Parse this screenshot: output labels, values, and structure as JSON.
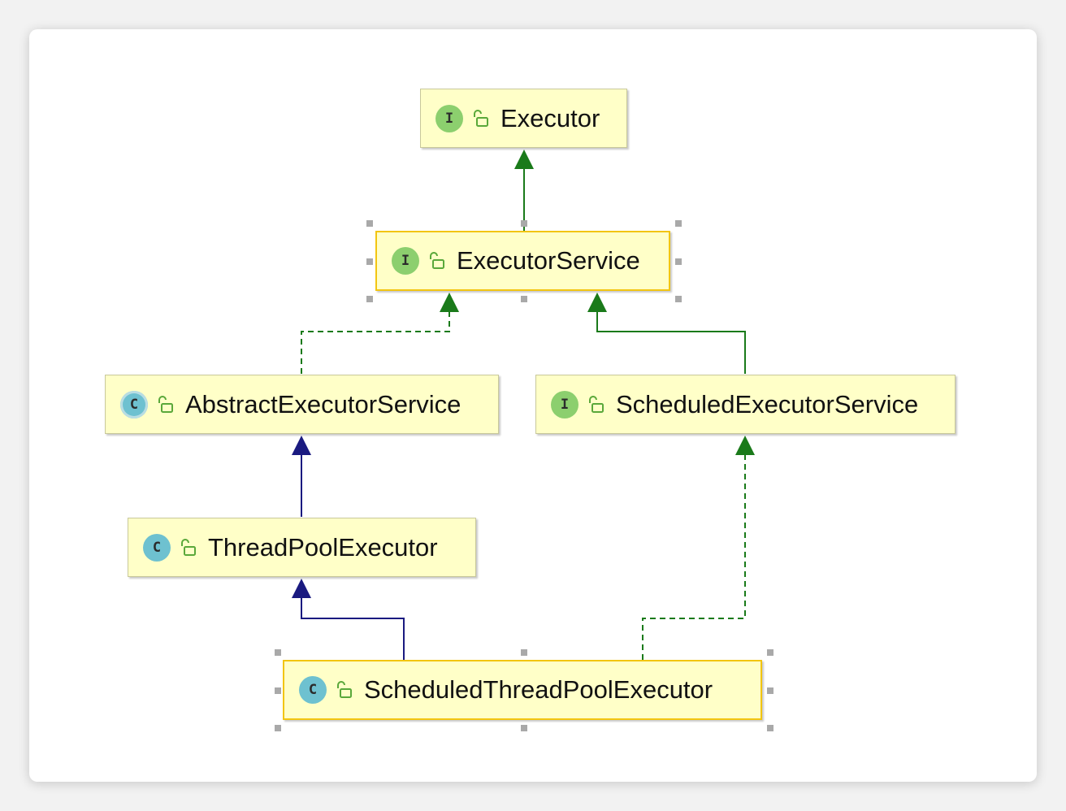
{
  "nodes": {
    "executor": {
      "kind": "I",
      "name": "Executor"
    },
    "executor_service": {
      "kind": "I",
      "name": "ExecutorService"
    },
    "abstract_executor_service": {
      "kind": "C",
      "name": "AbstractExecutorService"
    },
    "scheduled_executor_service": {
      "kind": "I",
      "name": "ScheduledExecutorService"
    },
    "thread_pool_executor": {
      "kind": "C",
      "name": "ThreadPoolExecutor"
    },
    "scheduled_thread_pool_executor": {
      "kind": "C",
      "name": "ScheduledThreadPoolExecutor"
    }
  },
  "colors": {
    "interface_extends": "#1a7a1a",
    "class_extends": "#1a1a80",
    "implements": "#1a7a1a",
    "node_fill": "#ffffc8",
    "selection": "#f2c511"
  }
}
